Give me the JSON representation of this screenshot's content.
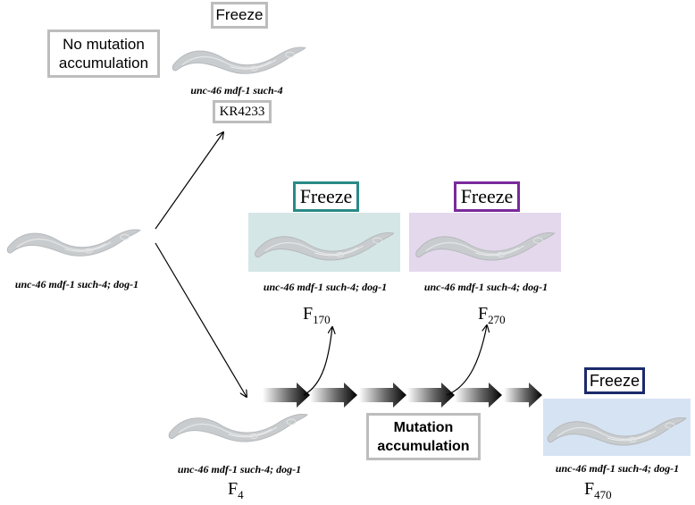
{
  "top": {
    "freeze": "Freeze",
    "no_mutation": "No mutation accumulation",
    "genotype": "unc-46 mdf-1 such-4",
    "strain": "KR4233"
  },
  "start": {
    "genotype": "unc-46 mdf-1 such-4; dog-1"
  },
  "f4": {
    "genotype": "unc-46 mdf-1 such-4; dog-1",
    "gen_letter": "F",
    "gen_number": "4"
  },
  "f170": {
    "freeze": "Freeze",
    "genotype": "unc-46 mdf-1 such-4; dog-1",
    "gen_letter": "F",
    "gen_number": "170"
  },
  "f270": {
    "freeze": "Freeze",
    "genotype": "unc-46 mdf-1 such-4; dog-1",
    "gen_letter": "F",
    "gen_number": "270"
  },
  "f470": {
    "freeze": "Freeze",
    "genotype": "unc-46 mdf-1 such-4; dog-1",
    "gen_letter": "F",
    "gen_number": "470"
  },
  "mutation": {
    "label": "Mutation accumulation"
  },
  "colors": {
    "teal": "#2a8a86",
    "teal_panel": "#d4e6e6",
    "purple": "#7a2a9c",
    "purple_panel": "#e4d8ed",
    "navy": "#1b2a6b",
    "navy_panel": "#d6e3f3",
    "grey_border": "#bdbdbd"
  }
}
